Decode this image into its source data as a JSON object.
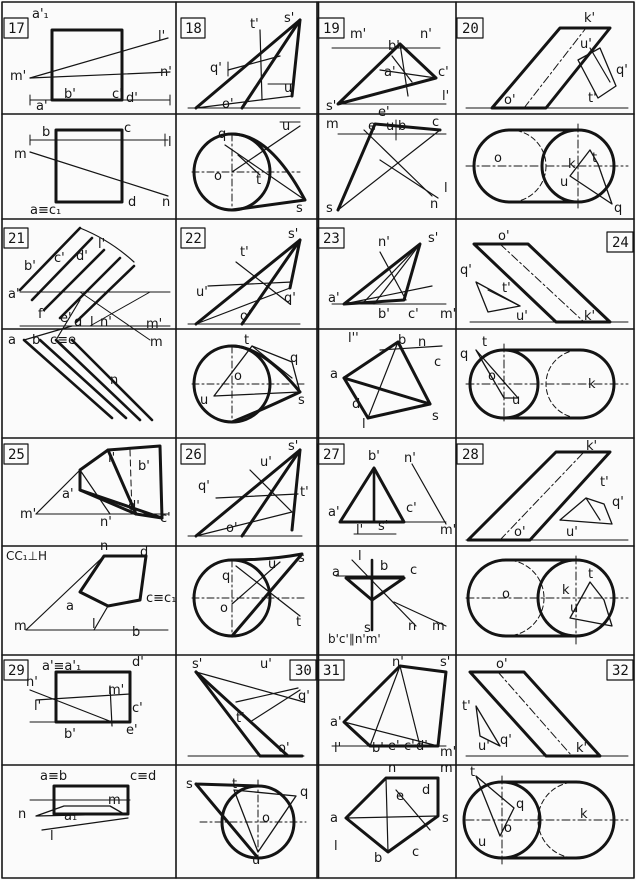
{
  "sheet": {
    "colors": {
      "ink": "#141414",
      "paper": "#fbfbfb"
    },
    "numbers": [
      "17",
      "18",
      "19",
      "20",
      "21",
      "22",
      "23",
      "24",
      "25",
      "26",
      "27",
      "28",
      "29",
      "30",
      "31",
      "32"
    ],
    "notes": {
      "n25": "CC₁⊥H",
      "n27": "b'c'∥n'm'"
    }
  },
  "p17": {
    "top": [
      "a'₁",
      "l'",
      "m'",
      "n'",
      "a'",
      "b'",
      "c'",
      "d'"
    ],
    "bot": [
      "b",
      "c",
      "l",
      "m",
      "a≡c₁",
      "d",
      "n"
    ]
  },
  "p18": {
    "top": [
      "t'",
      "s'",
      "q'",
      "u'",
      "o'"
    ],
    "bot": [
      "q",
      "u",
      "t",
      "o",
      "s"
    ]
  },
  "p19": {
    "top": [
      "m'",
      "n'",
      "b'",
      "a'",
      "c'",
      "l'",
      "s'"
    ],
    "bot": [
      "e'",
      "m",
      "e",
      "u",
      "b",
      "c",
      "l",
      "s",
      "n"
    ]
  },
  "p20": {
    "top": [
      "k'",
      "u'",
      "q'",
      "t'",
      "o'"
    ],
    "bot": [
      "o",
      "k",
      "t",
      "u",
      "q"
    ]
  },
  "p21": {
    "top": [
      "b'",
      "a'",
      "c'",
      "d'",
      "l'",
      "f'",
      "e'",
      "n'",
      "m'"
    ],
    "bot": [
      "a",
      "b",
      "c≡e",
      "d",
      "l",
      "n",
      "m"
    ]
  },
  "p22": {
    "top": [
      "t'",
      "s'",
      "u'",
      "q'",
      "o'"
    ],
    "bot": [
      "t",
      "u",
      "o",
      "q",
      "s"
    ]
  },
  "p23": {
    "top": [
      "n'",
      "s'",
      "a'",
      "b'",
      "c'",
      "m'"
    ],
    "bot": [
      "l''",
      "b",
      "a",
      "n",
      "c",
      "d",
      "l",
      "s"
    ]
  },
  "p24": {
    "top": [
      "o'",
      "q'",
      "t'",
      "u'",
      "k'"
    ],
    "bot": [
      "q",
      "t",
      "o",
      "u",
      "k"
    ]
  },
  "p25": {
    "top": [
      "l'",
      "b'",
      "a'",
      "m'",
      "n'",
      "d'",
      "c'"
    ],
    "bot": [
      "n",
      "d",
      "a",
      "c≡c₁",
      "m",
      "l",
      "b"
    ]
  },
  "p26": {
    "top": [
      "s'",
      "u'",
      "q'",
      "t'",
      "o'"
    ],
    "bot": [
      "s",
      "u",
      "q",
      "o",
      "t"
    ]
  },
  "p27": {
    "top": [
      "b'",
      "n'",
      "a'",
      "l'",
      "s'",
      "c'",
      "m'"
    ],
    "bot": [
      "l",
      "b",
      "a",
      "c",
      "s",
      "n",
      "m"
    ]
  },
  "p28": {
    "top": [
      "k'",
      "t'",
      "q'",
      "u'",
      "o'"
    ],
    "bot": [
      "o",
      "k",
      "t",
      "u"
    ]
  },
  "p29": {
    "top": [
      "a'≡a'₁",
      "d'",
      "n'",
      "l'",
      "m'",
      "c'",
      "b'",
      "e'"
    ],
    "bot": [
      "a≡b",
      "c≡d",
      "n",
      "m",
      "a₁",
      "l"
    ]
  },
  "p30": {
    "top": [
      "s'",
      "u'",
      "q'",
      "t'",
      "o'"
    ],
    "bot": [
      "s",
      "t",
      "q",
      "o",
      "u"
    ]
  },
  "p31": {
    "top": [
      "n'",
      "s'",
      "a'",
      "l'",
      "b'",
      "e'",
      "c'",
      "d'",
      "m'"
    ],
    "bot": [
      "n",
      "m",
      "e",
      "d",
      "a",
      "s",
      "l",
      "b",
      "c"
    ]
  },
  "p32": {
    "top": [
      "o'",
      "t'",
      "q'",
      "u'",
      "k'"
    ],
    "bot": [
      "t",
      "q",
      "o",
      "k",
      "u"
    ]
  }
}
